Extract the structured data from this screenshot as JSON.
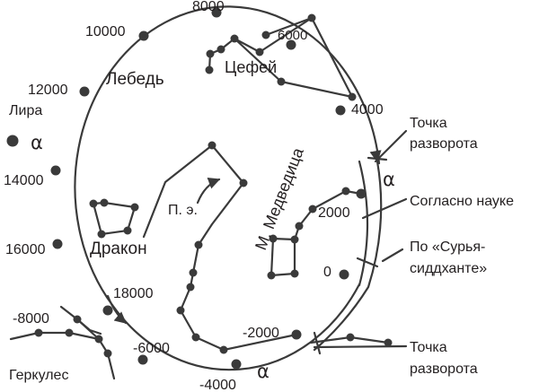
{
  "year_labels": {
    "y8000": "8000",
    "y10000": "10000",
    "y6000": "6000",
    "y12000": "12000",
    "y4000": "4000",
    "y14000": "14000",
    "y2000": "2000",
    "y16000": "16000",
    "y0": "0",
    "y18000": "18000",
    "ym8000": "-8000",
    "ym2000": "-2000",
    "ym6000": "-6000",
    "ym4000": "-4000"
  },
  "constellations": {
    "lyra": "Лира",
    "cygnus": "Лебедь",
    "cepheus": "Цефей",
    "draco": "Дракон",
    "ursa_minor": "М. Медведица",
    "hercules": "Геркулес"
  },
  "ecliptic_pole": "П. э.",
  "alpha_symbol": "α",
  "annotations": {
    "turn_point_top": [
      "Точка",
      "разворота"
    ],
    "per_science": "Согласно науке",
    "per_surya": [
      "По «Сурья-",
      "сиддханте»"
    ],
    "turn_point_bottom": [
      "Точка",
      "разворота"
    ]
  }
}
